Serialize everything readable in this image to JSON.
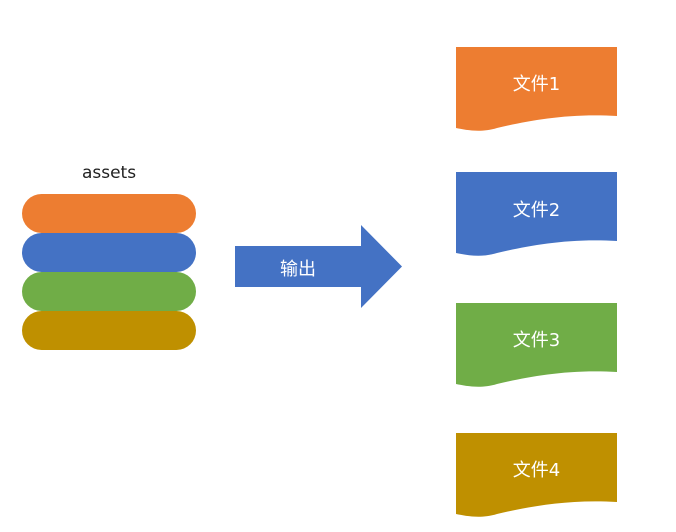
{
  "source": {
    "label": "assets",
    "layers": [
      {
        "name": "layer-orange",
        "color": "#ED7D31"
      },
      {
        "name": "layer-blue",
        "color": "#4472C4"
      },
      {
        "name": "layer-green",
        "color": "#70AD47"
      },
      {
        "name": "layer-gold",
        "color": "#BF9000"
      }
    ]
  },
  "arrow": {
    "label": "输出",
    "color": "#4472C4"
  },
  "files": [
    {
      "label": "文件1",
      "color": "#ED7D31"
    },
    {
      "label": "文件2",
      "color": "#4472C4"
    },
    {
      "label": "文件3",
      "color": "#70AD47"
    },
    {
      "label": "文件4",
      "color": "#BF9000"
    }
  ]
}
